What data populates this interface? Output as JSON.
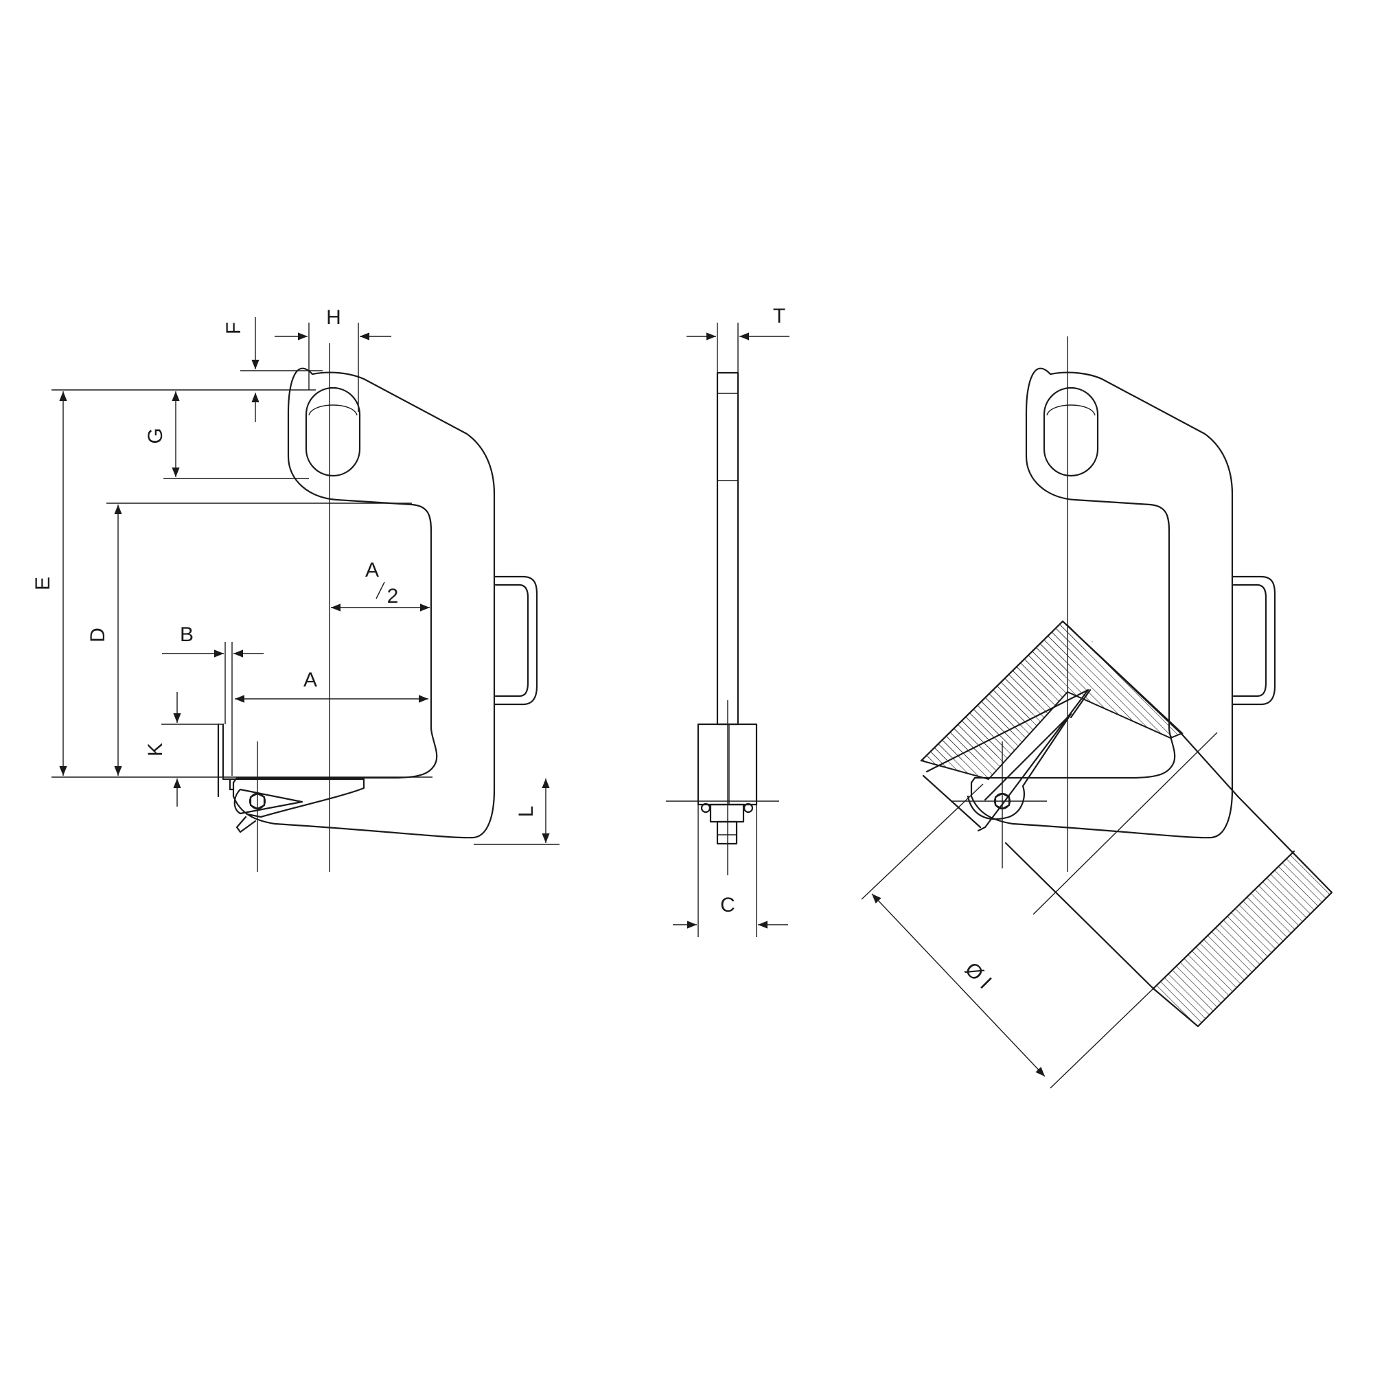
{
  "labels": {
    "F": "F",
    "H": "H",
    "G": "G",
    "E": "E",
    "D": "D",
    "A_half_num": "A",
    "A_half_den": "2",
    "B": "B",
    "A": "A",
    "K": "K",
    "L": "L",
    "T": "T",
    "C": "C",
    "diameter": "Ø I"
  }
}
